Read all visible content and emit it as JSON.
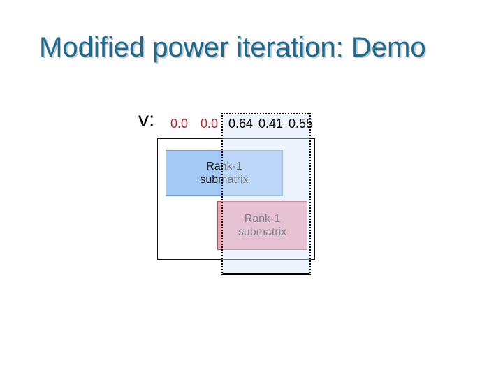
{
  "slide": {
    "title": "Modified power iteration: Demo"
  },
  "vector": {
    "label": "v:",
    "values": [
      {
        "text": "0.0",
        "state": "zero"
      },
      {
        "text": "0.0",
        "state": "zero"
      },
      {
        "text": "0.64",
        "state": "selected"
      },
      {
        "text": "0.41",
        "state": "selected"
      },
      {
        "text": "0.55",
        "state": "selected"
      }
    ]
  },
  "matrix": {
    "blue_submatrix": {
      "line1": "Rank-1",
      "line2": "submatrix"
    },
    "pink_submatrix": {
      "line1": "Rank-1",
      "line2": "submatrix"
    }
  },
  "colors": {
    "title_text": "#1a6b8e",
    "title_shadow": "#c8c8c8",
    "zero_value_red": "#b22222",
    "active_value_black": "#000000",
    "matrix_border": "#111111",
    "blue_submatrix_fill": "#a4c9f4",
    "blue_submatrix_border": "#6d9eda",
    "pink_submatrix_fill": "#f0a3b0",
    "pink_submatrix_border": "#bf4c55",
    "selection_overlay_fill": "#d9e7fa",
    "selection_overlay_border": "#000000"
  }
}
